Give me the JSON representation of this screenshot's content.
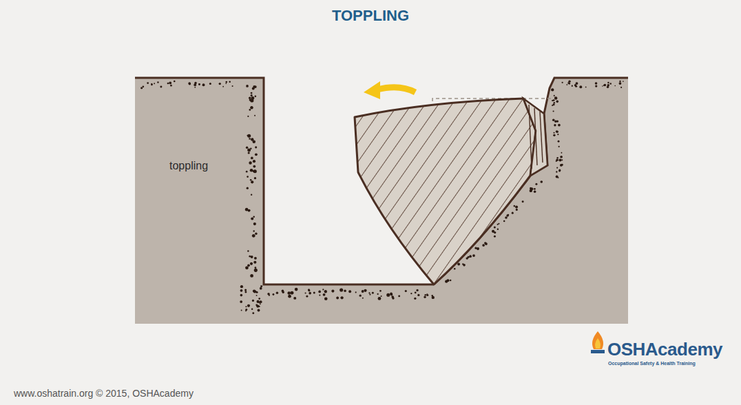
{
  "diagram": {
    "title": "TOPPLING",
    "labels": [
      "toppling",
      "www.oshatrain.org © 2015, OSHAcademy",
      "OSHAcademy",
      "Occupational Safety & Health Training"
    ]
  }
}
